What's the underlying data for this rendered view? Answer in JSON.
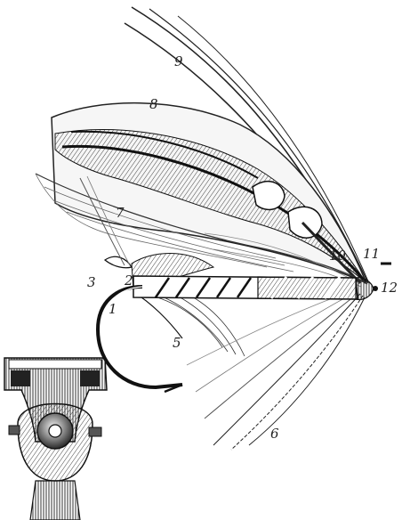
{
  "labels": {
    "l1": "1",
    "l2": "2",
    "l3": "3",
    "l5": "5",
    "l6": "6",
    "l7": "7",
    "l8": "8",
    "l9": "9",
    "l10": "10",
    "l11": "11",
    "l12": "12"
  }
}
